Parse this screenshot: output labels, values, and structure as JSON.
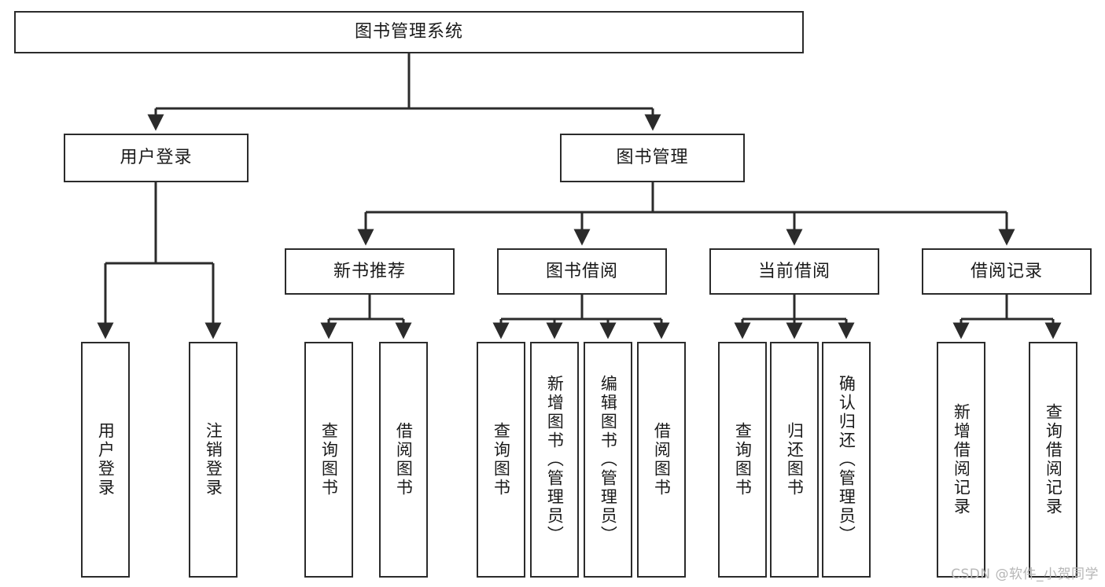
{
  "diagram": {
    "title": "图书管理系统",
    "type": "tree",
    "watermark": "CSDN @软件_小贺同学",
    "colors": {
      "stroke": "#2b2b2b",
      "fill": "#ffffff",
      "text": "#1a1a1a",
      "watermark": "#b6b6b6"
    },
    "nodes": {
      "root": {
        "label": "图书管理系统"
      },
      "level1": [
        {
          "id": "user-login",
          "label": "用户登录"
        },
        {
          "id": "book-manage",
          "label": "图书管理"
        }
      ],
      "level2": [
        {
          "id": "new-book-rec",
          "label": "新书推荐"
        },
        {
          "id": "book-borrow",
          "label": "图书借阅"
        },
        {
          "id": "current-borrow",
          "label": "当前借阅"
        },
        {
          "id": "borrow-record",
          "label": "借阅记录"
        }
      ],
      "leaves": {
        "user-login": [
          {
            "id": "leaf-user-login",
            "label": "用户登录"
          },
          {
            "id": "leaf-logout",
            "label": "注销登录"
          }
        ],
        "new-book-rec": [
          {
            "id": "leaf-query-book-1",
            "label": "查询图书"
          },
          {
            "id": "leaf-borrow-book-1",
            "label": "借阅图书"
          }
        ],
        "book-borrow": [
          {
            "id": "leaf-query-book-2",
            "label": "查询图书"
          },
          {
            "id": "leaf-add-book",
            "label": "新增图书（管理员）"
          },
          {
            "id": "leaf-edit-book",
            "label": "编辑图书（管理员）"
          },
          {
            "id": "leaf-borrow-book-2",
            "label": "借阅图书"
          }
        ],
        "current-borrow": [
          {
            "id": "leaf-query-book-3",
            "label": "查询图书"
          },
          {
            "id": "leaf-return-book",
            "label": "归还图书"
          },
          {
            "id": "leaf-confirm-return",
            "label": "确认归还（管理员）"
          }
        ],
        "borrow-record": [
          {
            "id": "leaf-add-record",
            "label": "新增借阅记录"
          },
          {
            "id": "leaf-query-record",
            "label": "查询借阅记录"
          }
        ]
      }
    }
  }
}
